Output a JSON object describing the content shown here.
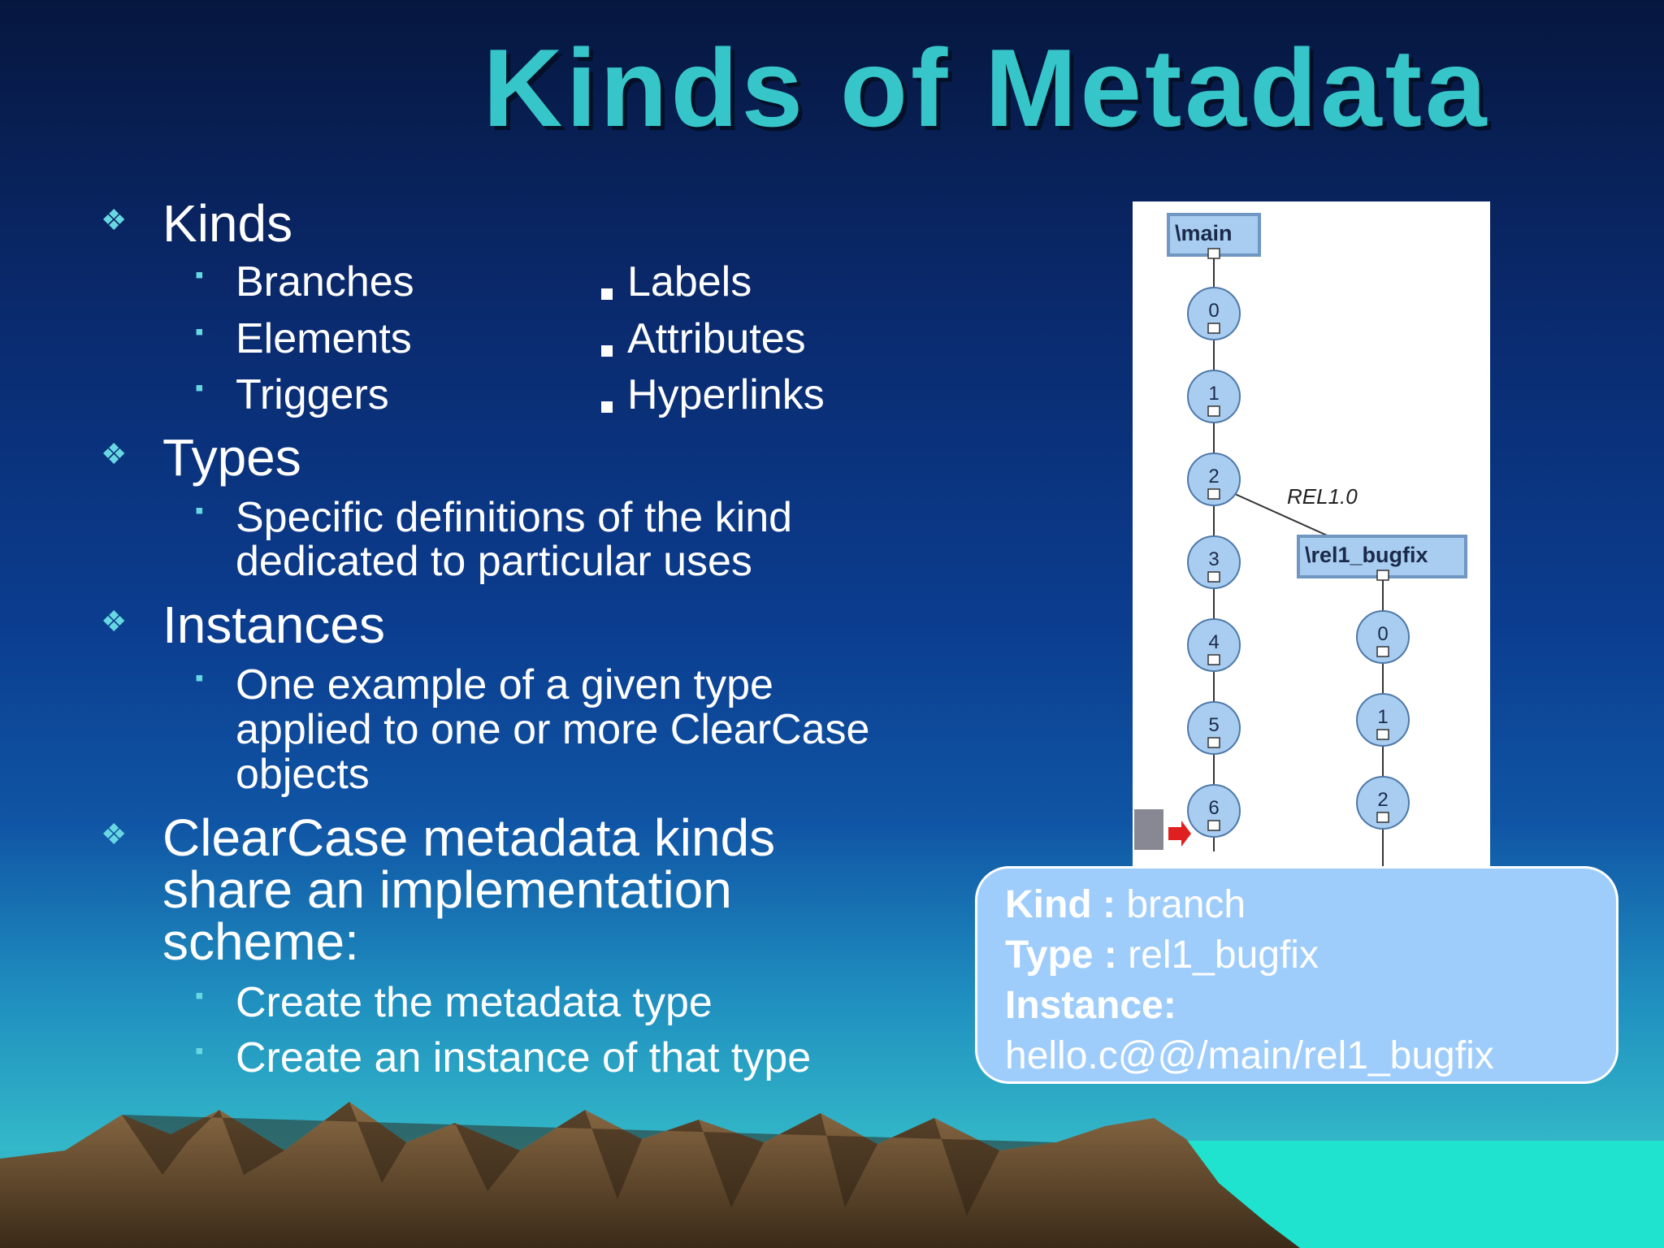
{
  "slide": {
    "title": "Kinds of Metadata"
  },
  "bullets": {
    "kinds": "Kinds",
    "kinds_items_left": [
      "Branches",
      "Elements",
      "Triggers"
    ],
    "kinds_items_right": [
      "Labels",
      "Attributes",
      "Hyperlinks"
    ],
    "types": "Types",
    "types_sub": [
      "Specific definitions of the kind",
      "dedicated to particular uses"
    ],
    "instances": "Instances",
    "instances_sub": [
      "One example of a given type",
      "applied to one or more ClearCase",
      "objects"
    ],
    "clearcase": [
      "ClearCase metadata kinds",
      "share an implementation",
      "scheme:"
    ],
    "clearcase_items": [
      "Create the metadata type",
      "Create an instance of that type"
    ]
  },
  "diagram": {
    "main_branch": "\\main",
    "main_versions": [
      "0",
      "1",
      "2",
      "3",
      "4",
      "5",
      "6"
    ],
    "label": "REL1.0",
    "sub_branch": "\\rel1_bugfix",
    "sub_versions": [
      "0",
      "1",
      "2"
    ]
  },
  "callout": {
    "kind_label": "Kind :",
    "kind_value": "branch",
    "type_label": "Type :",
    "type_value": "rel1_bugfix",
    "instance_label": "Instance:",
    "instance_value": "hello.c@@/main/rel1_bugfix"
  },
  "colors": {
    "title": "#36c6c9",
    "bullet_accent": "#67d7e2",
    "callout_bg": "#9fcdfb",
    "node_fill": "#a9cdf0",
    "branch_box": "#a9cdf0"
  }
}
